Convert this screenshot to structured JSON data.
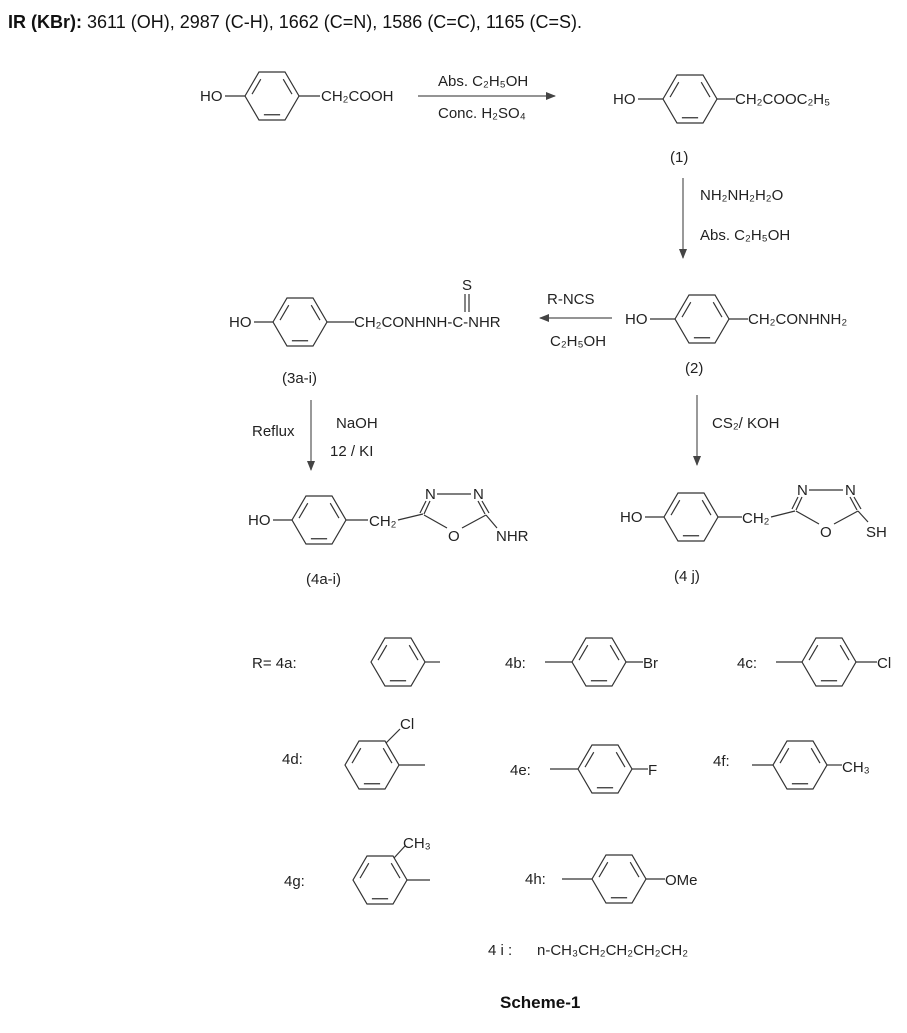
{
  "ir": {
    "label": "IR (KBr):",
    "values": " 3611 (OH), 2987 (C-H), 1662 (C=N), 1586 (C=C), 1165 (C=S)."
  },
  "step1": {
    "start_ho": "HO",
    "start_chain": "CH₂COOH",
    "reagent_top": "Abs.  C₂H₅OH",
    "reagent_bottom": "Conc. H₂SO₄",
    "product_ho": "HO",
    "product_chain": "CH₂COOC₂H₅",
    "product_label": "(1)"
  },
  "step2": {
    "reagent_top": "NH₂NH₂H₂O",
    "reagent_bottom": "Abs.  C₂H₅OH",
    "product_ho": "HO",
    "product_chain": "CH₂CONHNH₂",
    "product_label": "(2)"
  },
  "step3": {
    "reagent_top": "R-NCS",
    "reagent_bottom": "C₂H₅OH",
    "product_ho": "HO",
    "product_chain": "CH₂CONHNH-C-NHR",
    "thione_s": "S",
    "product_label": "(3a-i)"
  },
  "step4": {
    "condition_left": "Reflux",
    "reagent_top": "NaOH",
    "reagent_bottom": "12 / KI",
    "product_ho": "HO",
    "product_ch2": "CH₂",
    "n1": "N",
    "n2": "N",
    "o": "O",
    "substituent": "NHR",
    "product_label": "(4a-i)"
  },
  "step5": {
    "reagent": "CS₂/ KOH",
    "product_ho": "HO",
    "product_ch2": "CH₂",
    "n1": "N",
    "n2": "N",
    "o": "O",
    "substituent": "SH",
    "product_label": "(4 j)"
  },
  "r_groups": {
    "prefix": "R=  4a:",
    "4b": "4b:",
    "4b_sub": "Br",
    "4c": "4c:",
    "4c_sub": "Cl",
    "4d": "4d:",
    "4d_sub": "Cl",
    "4e": "4e:",
    "4e_sub": "F",
    "4f": "4f:",
    "4f_sub": "CH₃",
    "4g": "4g:",
    "4g_sub": "CH₃",
    "4h": "4h:",
    "4h_sub": "OMe",
    "4i": "4 i :",
    "4i_sub": "n-CH₃CH₂CH₂CH₂CH₂"
  },
  "caption": "Scheme-1"
}
